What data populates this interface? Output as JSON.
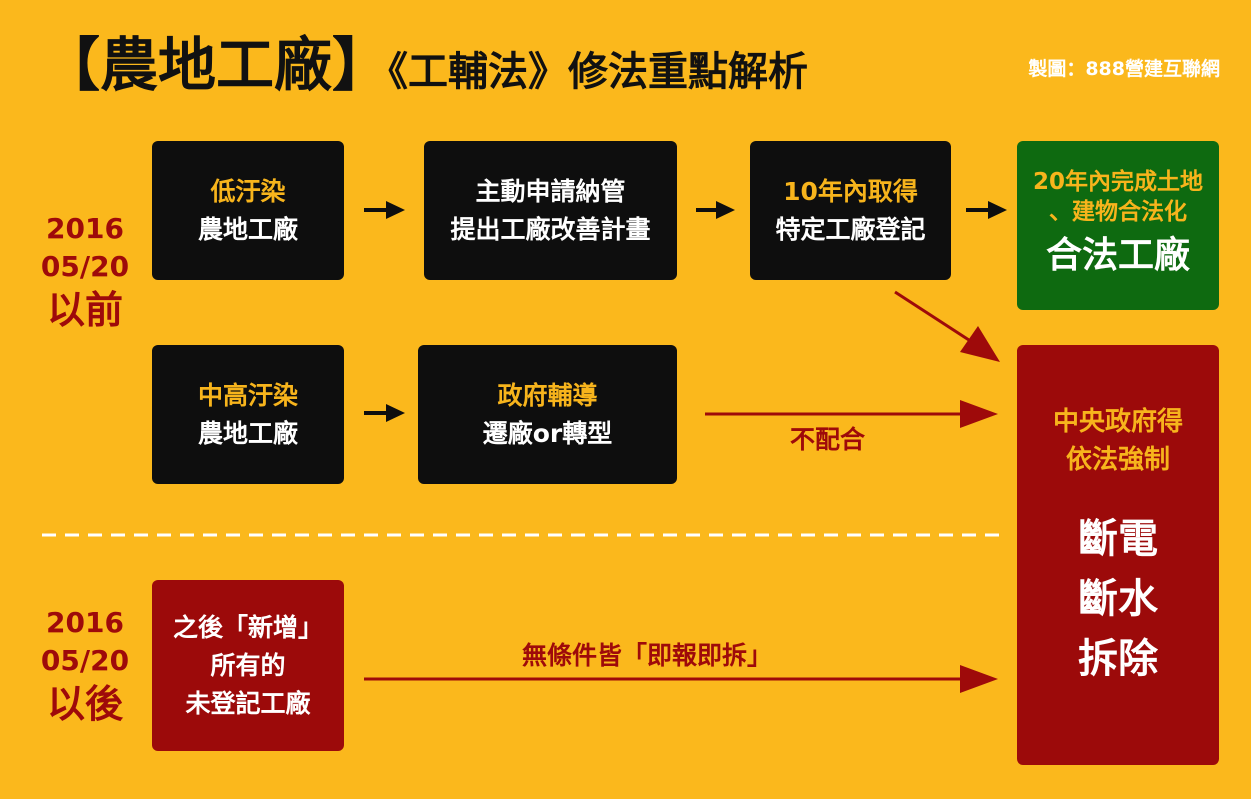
{
  "header": {
    "title": "【農地工廠】",
    "subtitle": "《工輔法》修法重點解析",
    "credit": "製圖：888營建互聯網"
  },
  "before": {
    "date_line1": "2016",
    "date_line2": "05/20",
    "date_label": "以前",
    "row1": {
      "box1": {
        "line1": "低汙染",
        "line2": "農地工廠"
      },
      "box2": {
        "line1": "主動申請納管",
        "line2": "提出工廠改善計畫"
      },
      "box3": {
        "line1": "10年內取得",
        "line2": "特定工廠登記"
      },
      "result": {
        "line1": "20年內完成土地",
        "line2": "、建物合法化",
        "line3": "合法工廠"
      }
    },
    "row2": {
      "box1": {
        "line1": "中高汙染",
        "line2": "農地工廠"
      },
      "box2": {
        "line1": "政府輔導",
        "line2": "遷廠or轉型"
      },
      "arrow_label": "不配合"
    }
  },
  "after": {
    "date_line1": "2016",
    "date_line2": "05/20",
    "date_label": "以後",
    "box": {
      "line1": "之後「新增」",
      "line2": "所有的",
      "line3": "未登記工廠"
    },
    "arrow_label": "無條件皆「即報即拆」"
  },
  "enforcement": {
    "line1": "中央政府得",
    "line2": "依法強制",
    "action1": "斷電",
    "action2": "斷水",
    "action3": "拆除"
  },
  "colors": {
    "background": "#FBB81C",
    "dark_box": "#0E0E0E",
    "green_box": "#0E6A10",
    "red_box": "#9C0A0A",
    "accent_text": "#F7B41C",
    "red_text": "#9E0A0A"
  }
}
